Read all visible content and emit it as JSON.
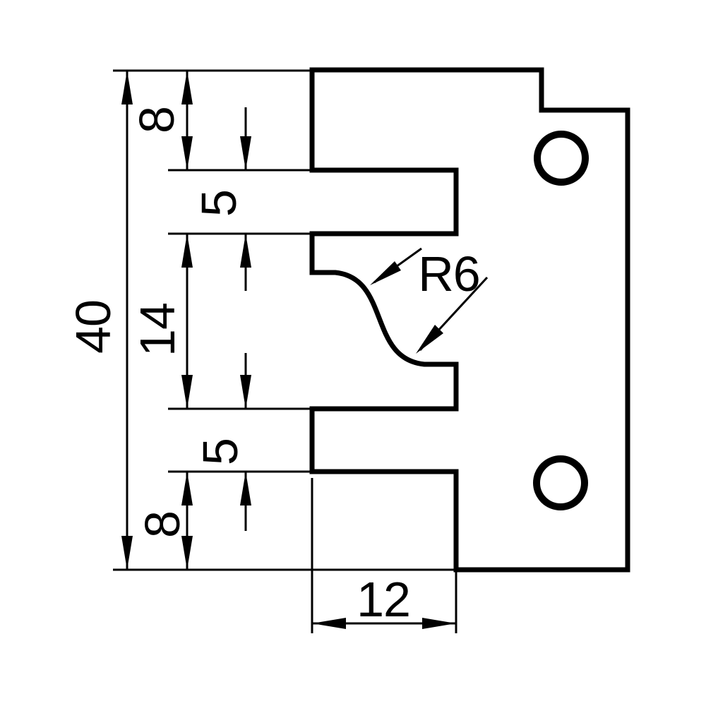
{
  "drawing": {
    "labels": {
      "overall_height": "40",
      "seg_top": "8",
      "seg_upper_groove": "5",
      "seg_middle": "14",
      "seg_lower_tongue": "5",
      "seg_bottom": "8",
      "bottom_width": "12",
      "radius_callout": "R6"
    },
    "colors": {
      "background": "#ffffff",
      "part_fill": "#d2d2d2",
      "hole_fill": "#ffffff",
      "line": "#000000"
    }
  }
}
